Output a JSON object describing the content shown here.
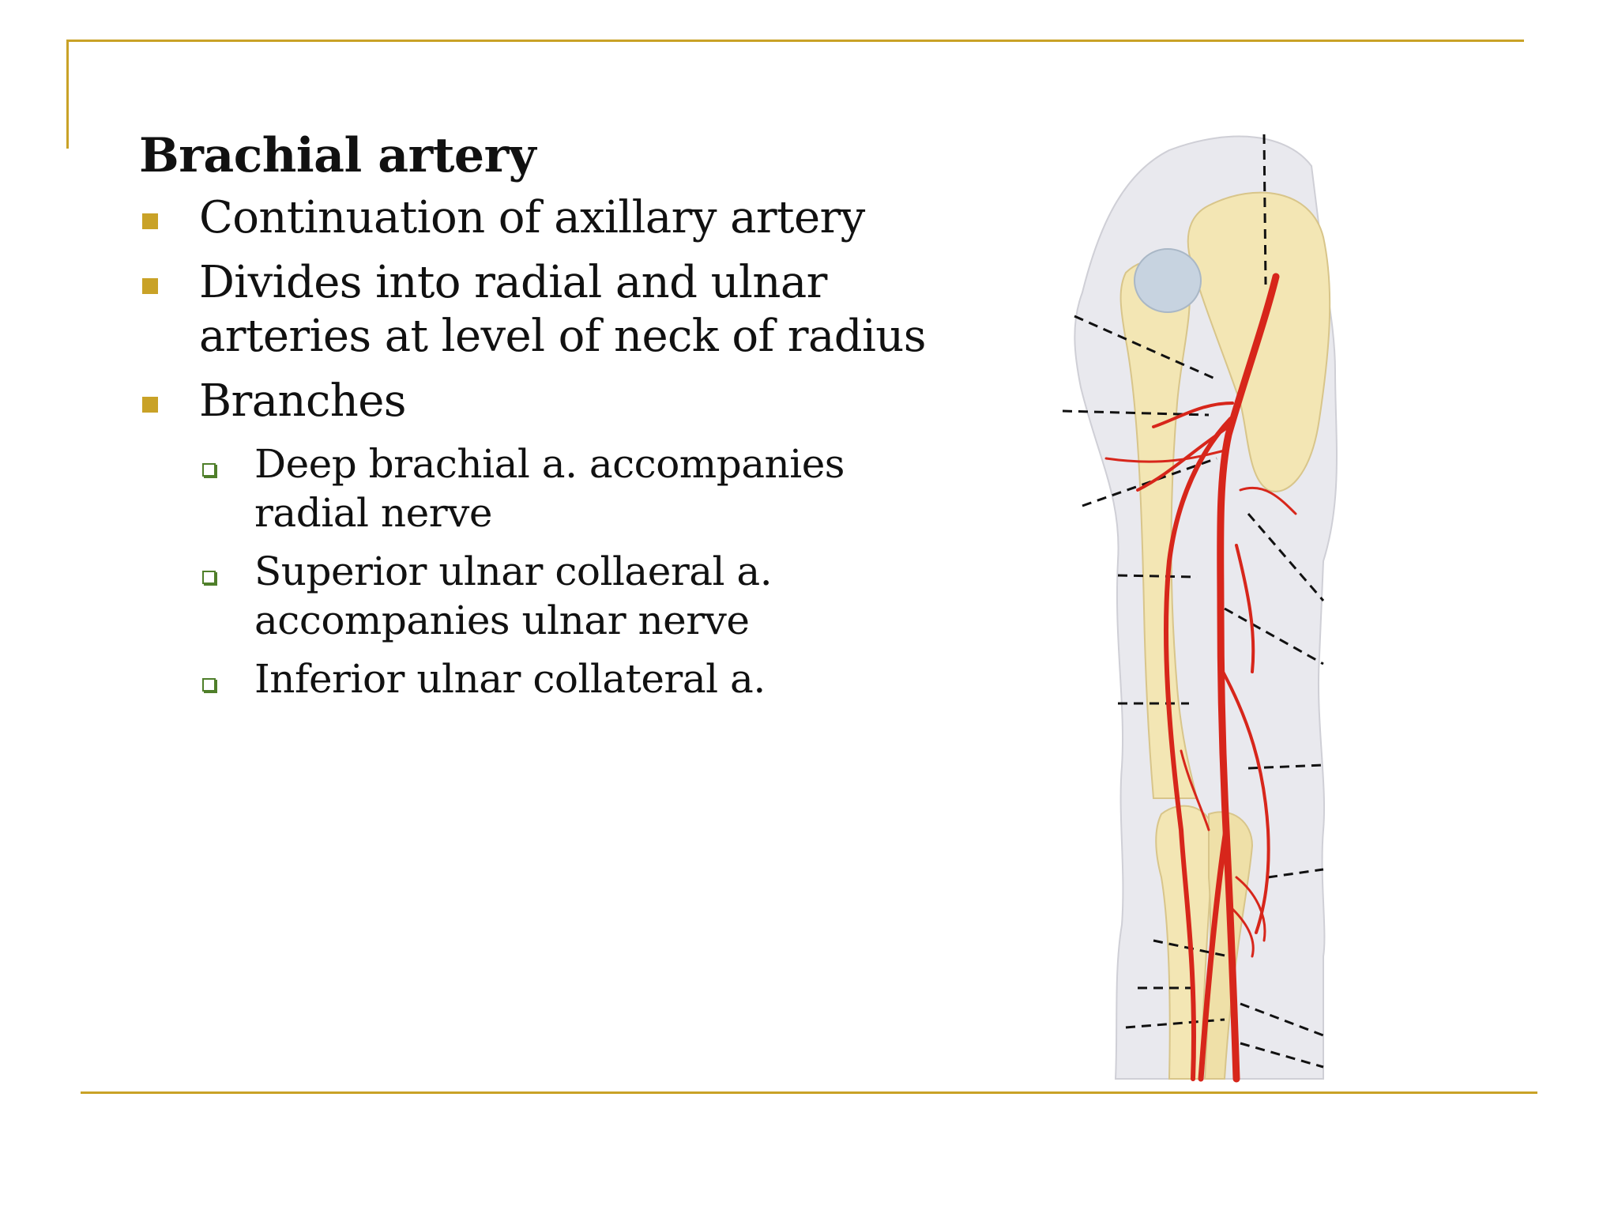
{
  "slide": {
    "title": "Brachial artery",
    "bullets": [
      {
        "text": "Continuation of axillary artery"
      },
      {
        "text": "Divides into radial and ulnar arteries at level of neck of radius"
      },
      {
        "text": "Branches"
      }
    ],
    "sub_bullets": [
      {
        "text": "Deep brachial a.  accompanies radial nerve"
      },
      {
        "text": "Superior ulnar collaeral a. accompanies ulnar nerve"
      },
      {
        "text": "Inferior ulnar collateral a."
      }
    ]
  },
  "colors": {
    "accent_gold": "#c9a227",
    "sub_bullet_green": "#4f7f2a",
    "artery_red": "#d7261b",
    "bone": "#f3e6b4"
  },
  "figure": {
    "subject": "arm-arterial-anatomy-illustration"
  }
}
